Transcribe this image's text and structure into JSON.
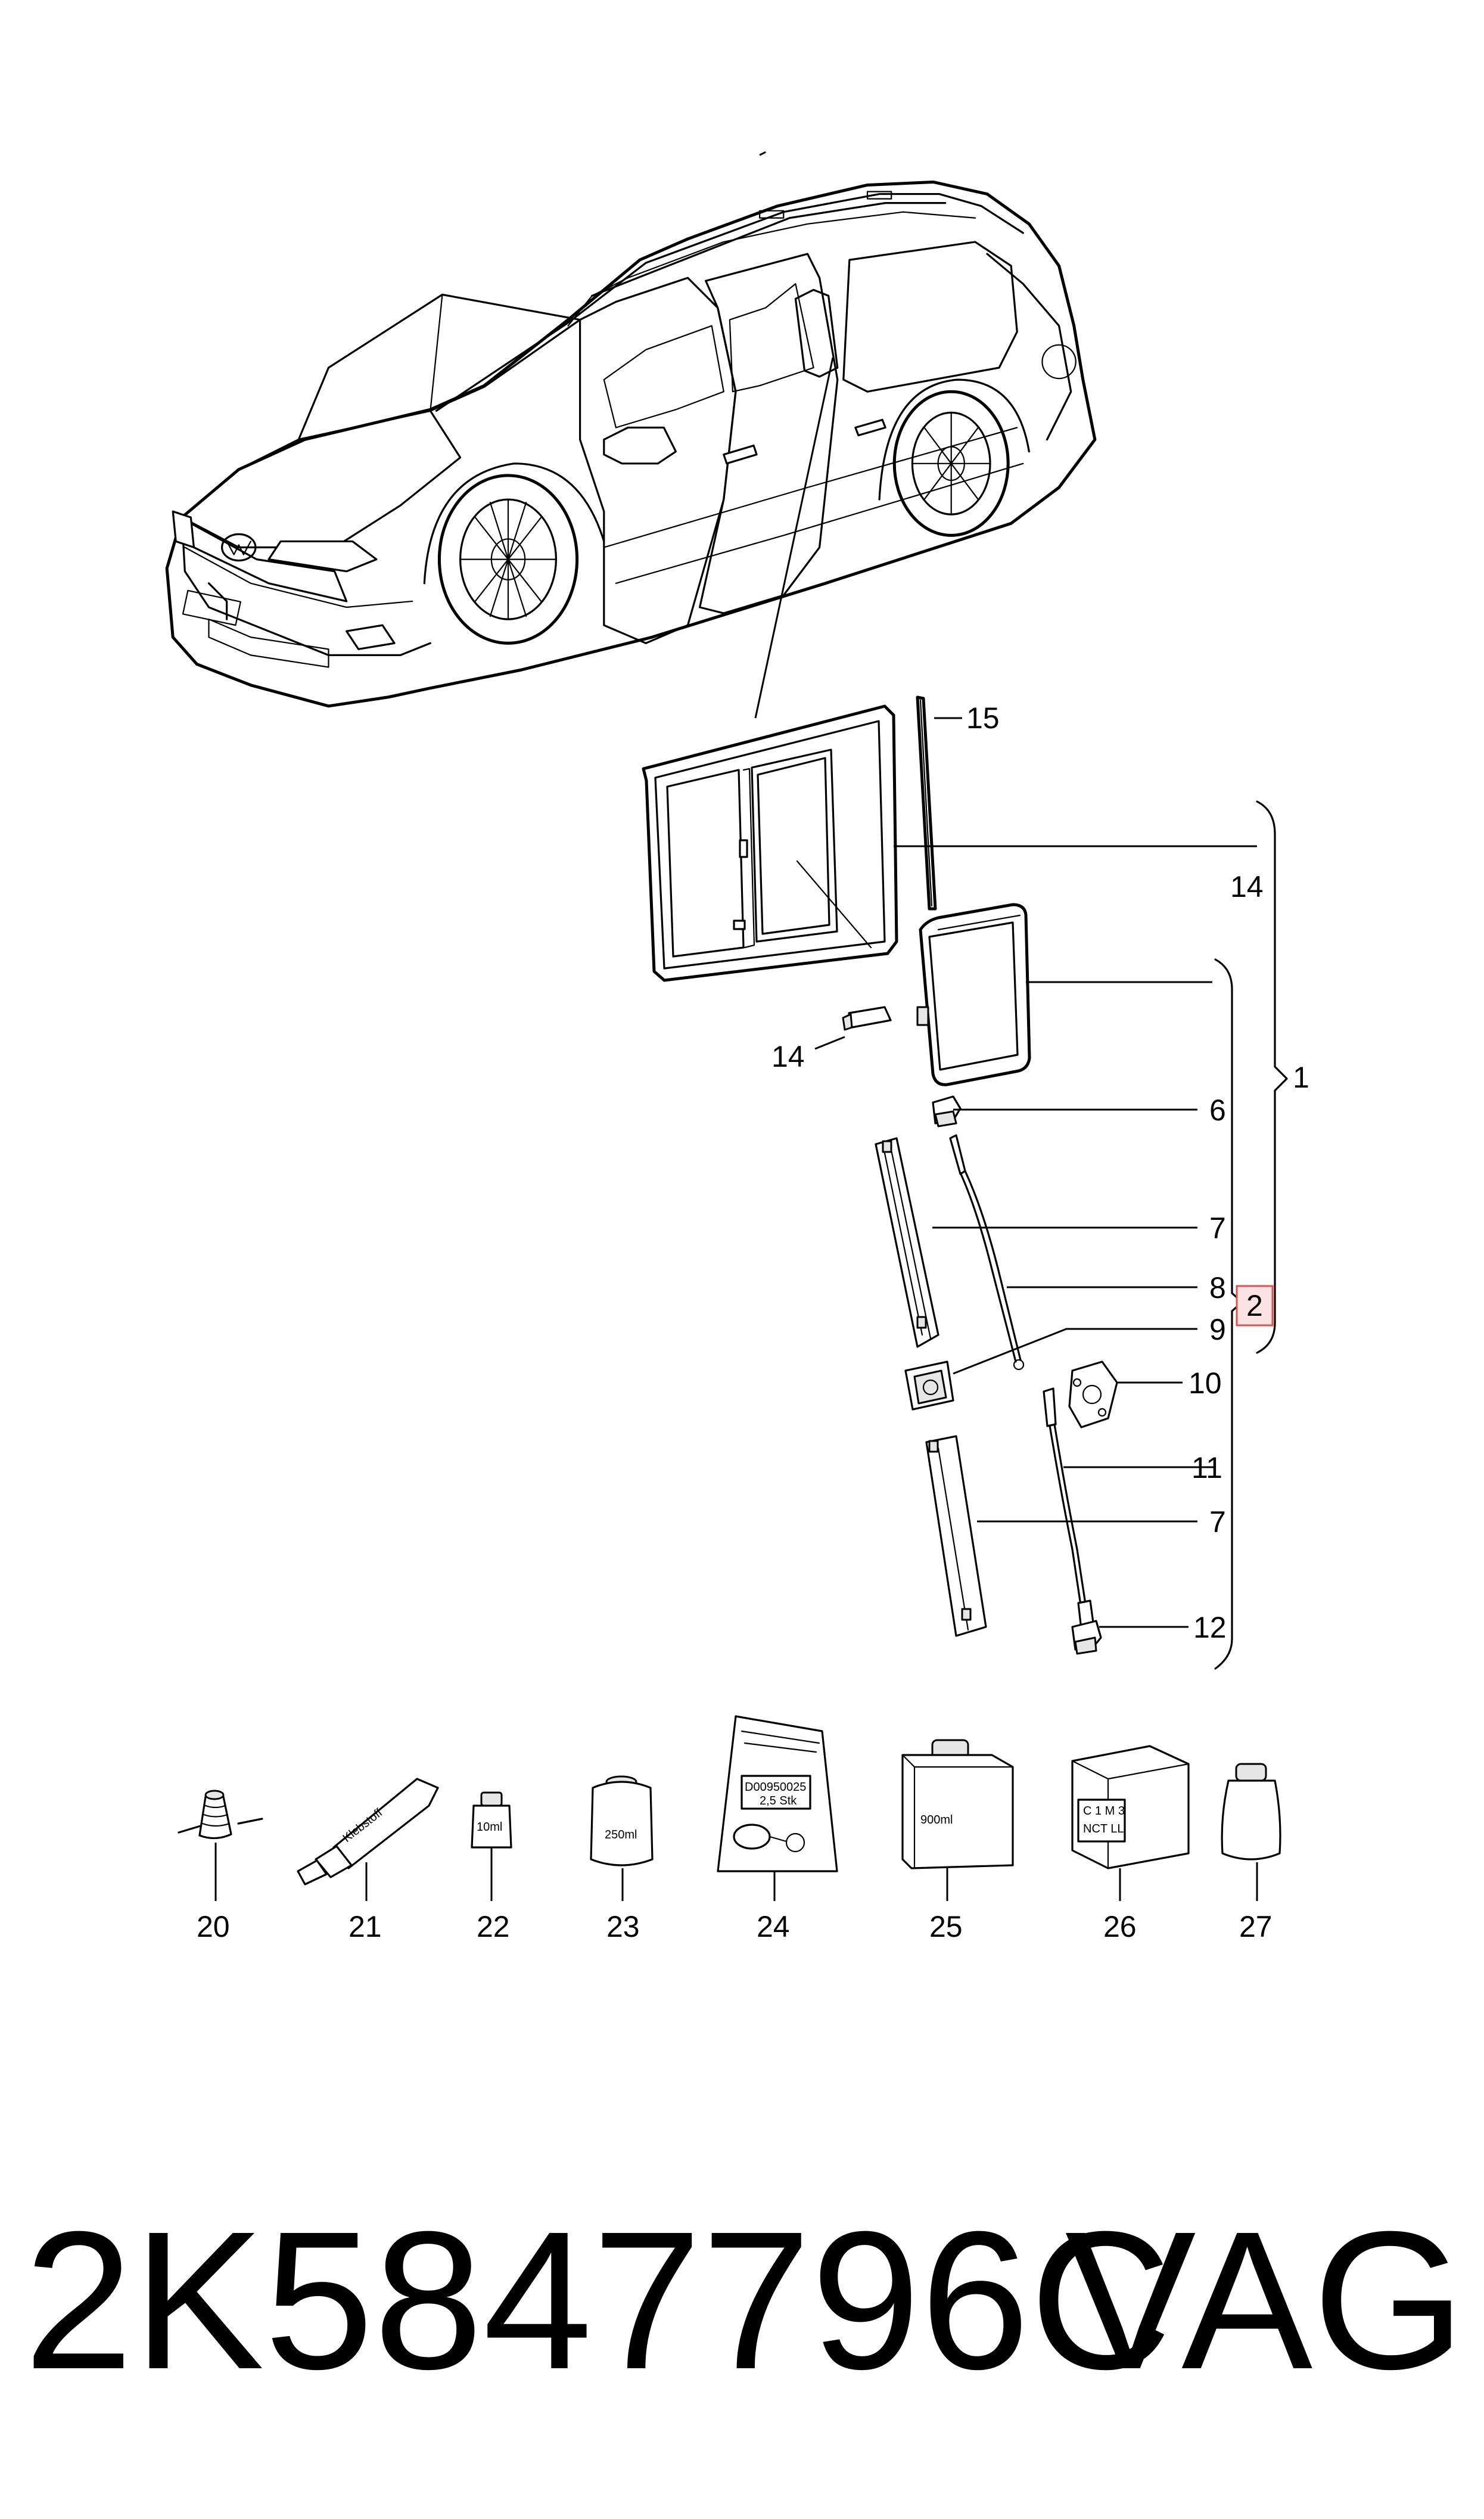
{
  "callouts": {
    "c1": "1",
    "c2": "2",
    "c6": "6",
    "c7a": "7",
    "c7b": "7",
    "c8": "8",
    "c9": "9",
    "c10": "10",
    "c11": "11",
    "c12": "12",
    "c14a": "14",
    "c14b": "14",
    "c15": "15",
    "c20": "20",
    "c21": "21",
    "c22": "22",
    "c23": "23",
    "c24": "24",
    "c25": "25",
    "c26": "26",
    "c27": "27"
  },
  "product_labels": {
    "tube": "Klebstoff",
    "bottle_small": "10ml",
    "can": "250ml",
    "bag_line1": "D00950025",
    "bag_line2": "2,5 Stk",
    "box": "900ml",
    "kit_line1": "C 1 M 3",
    "kit_line2": "NCT LL"
  },
  "highlight_color": "#d9534f",
  "footer": {
    "part_number": "2K5847796C",
    "brand": "VAG"
  }
}
